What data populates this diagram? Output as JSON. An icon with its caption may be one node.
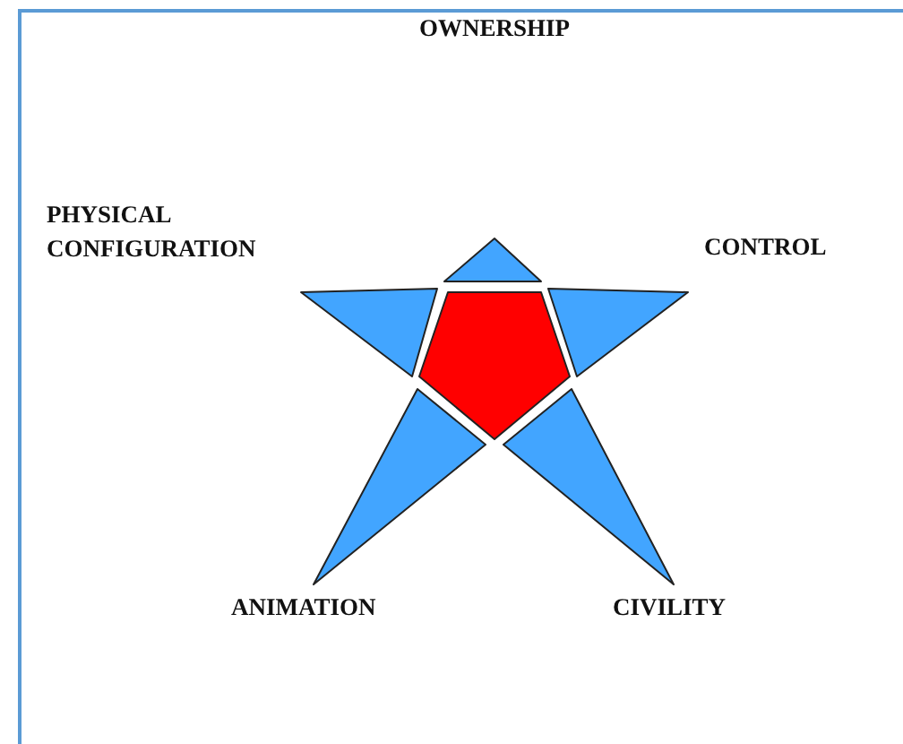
{
  "diagram": {
    "labels": [
      "OWNERSHIP",
      "PHYSICAL CONFIGURATION",
      "CONTROL",
      "ANIMATION",
      "CIVILITY"
    ]
  }
}
